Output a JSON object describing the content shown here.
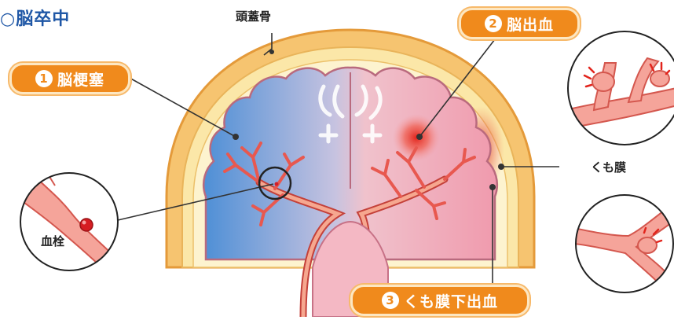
{
  "title": "○脳卒中",
  "labels": {
    "skull": "頭蓋骨",
    "arachnoid": "くも膜",
    "thrombus": "血栓"
  },
  "badges": [
    {
      "num": "1",
      "text": "脳梗塞"
    },
    {
      "num": "2",
      "text": "脳出血"
    },
    {
      "num": "3",
      "text": "くも膜下出血"
    }
  ],
  "colors": {
    "accent": "#f08a1c",
    "title": "#1f57a6",
    "ischemia": "#5a9ad8",
    "brain": "#f2a7b6",
    "skull": "#f6c470",
    "vessel": "#e8584f"
  }
}
